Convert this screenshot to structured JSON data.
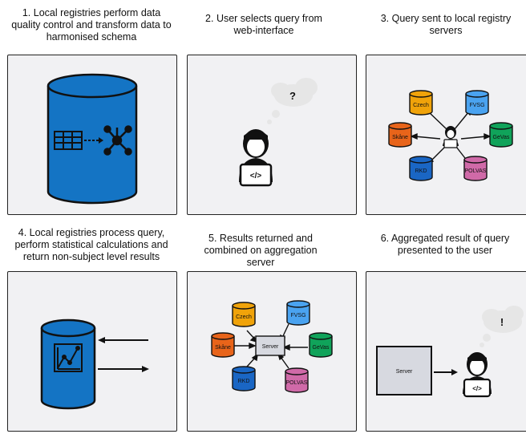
{
  "steps": [
    {
      "caption": "1. Local registries perform data quality control and transform data to harmonised schema"
    },
    {
      "caption": "2. User selects query from web-interface",
      "bubble": "?"
    },
    {
      "caption": "3. Query sent to local registry servers"
    },
    {
      "caption": "4. Local registries process query, perform statistical calculations and return non-subject level results"
    },
    {
      "caption": "5. Results returned and combined on aggregation server"
    },
    {
      "caption": "6. Aggregated result of query presented to the user",
      "bubble": "!"
    }
  ],
  "registries": [
    {
      "name": "Czech",
      "color": "#f0a30a"
    },
    {
      "name": "FVSG",
      "color": "#4aa3f0"
    },
    {
      "name": "Skåne",
      "color": "#e8641a"
    },
    {
      "name": "GeVas",
      "color": "#10a35a"
    },
    {
      "name": "RKD",
      "color": "#1a66c4"
    },
    {
      "name": "POLVAS",
      "color": "#d06aa8"
    }
  ],
  "server_label": "Server",
  "code_glyph": "</>",
  "colors": {
    "database_blue": "#1474c4",
    "panel_bg": "#f1f1f3",
    "server_box": "#d7d9e0",
    "cloud": "#e6e6e6"
  }
}
